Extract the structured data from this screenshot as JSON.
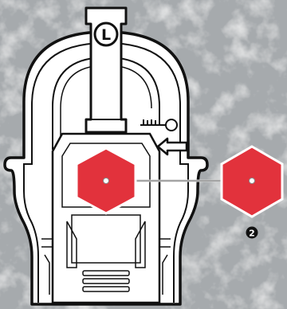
{
  "slot_letter": "L",
  "step_badge": "2",
  "colors": {
    "background": "#a9adb0",
    "device_fill": "#ffffff",
    "outline": "#111111",
    "hexagon": "#e2323c",
    "hexagon_dark": "#c7262f",
    "connector": "#c9c9c9"
  },
  "icons": [
    "key-icon",
    "arrow-left-icon",
    "stone-texture"
  ]
}
